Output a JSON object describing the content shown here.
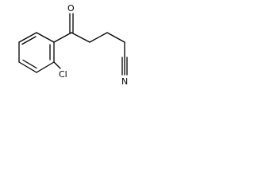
{
  "molecule": {
    "atoms": {
      "oxygen": "O",
      "chlorine": "Cl",
      "nitrogen": "N"
    },
    "colors": {
      "bond": "#000000",
      "background": "#ffffff"
    }
  }
}
